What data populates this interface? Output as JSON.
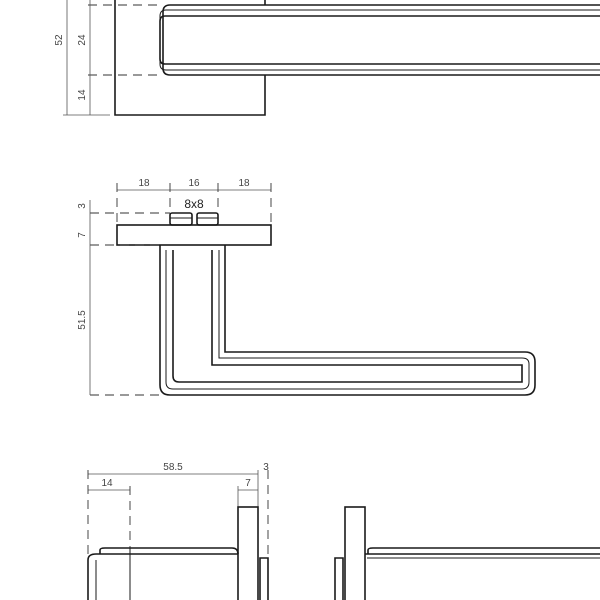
{
  "top_view": {
    "dims": {
      "total_height": "52",
      "lever_height": "24",
      "lower_offset": "14"
    }
  },
  "side_view": {
    "dims": {
      "left": "18",
      "middle": "16",
      "right": "18",
      "spindle": "8x8",
      "spindle_protrusion": "3",
      "rose_thickness": "7",
      "lever_drop": "51.5"
    }
  },
  "front_view": {
    "dims": {
      "total_length": "58.5",
      "inset": "14",
      "rose_thickness": "7",
      "gap": "3"
    }
  }
}
